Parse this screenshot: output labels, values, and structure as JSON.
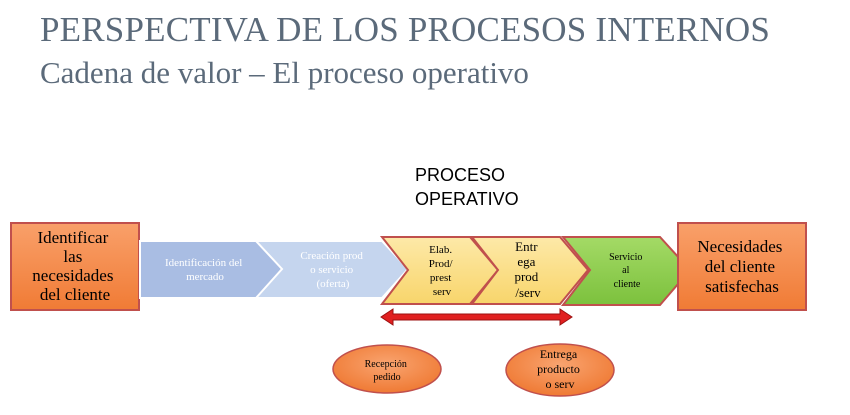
{
  "title": "PERSPECTIVA DE LOS PROCESOS INTERNOS",
  "subtitle": "Cadena de valor – El proceso operativo",
  "process_label": {
    "line1": "PROCESO",
    "line2": "OPERATIVO"
  },
  "left_box": {
    "lines": [
      "Identificar",
      "las",
      "necesidades",
      "del cliente"
    ]
  },
  "right_box": {
    "lines": [
      "Necesidades",
      "del cliente",
      "satisfechas"
    ]
  },
  "chevrons": [
    {
      "lines": [
        "Identificación del",
        "mercado"
      ]
    },
    {
      "lines": [
        "Creación prod",
        "o servicio",
        "(oferta)"
      ]
    },
    {
      "lines": [
        "Elab.",
        "Prod/",
        "prest",
        "serv"
      ]
    },
    {
      "lines": [
        "Entr",
        "ega",
        "prod",
        "/serv"
      ]
    },
    {
      "lines": [
        "Servicio",
        "al",
        "cliente"
      ]
    }
  ],
  "ovals": [
    {
      "lines": [
        "Recepción",
        "pedido"
      ]
    },
    {
      "lines": [
        "Entrega",
        "producto",
        "o serv"
      ]
    }
  ],
  "colors": {
    "title": "#5b6a7a",
    "orange_fill": "#f58b4c",
    "orange_stroke": "#c0504d",
    "blue_dark": "#a9bde3",
    "blue_light": "#c5d5ee",
    "yellow_fill": "#fbe08a",
    "yellow_stroke": "#c0504d",
    "green_fill": "#92d050",
    "red_arrow": "#e02020"
  }
}
